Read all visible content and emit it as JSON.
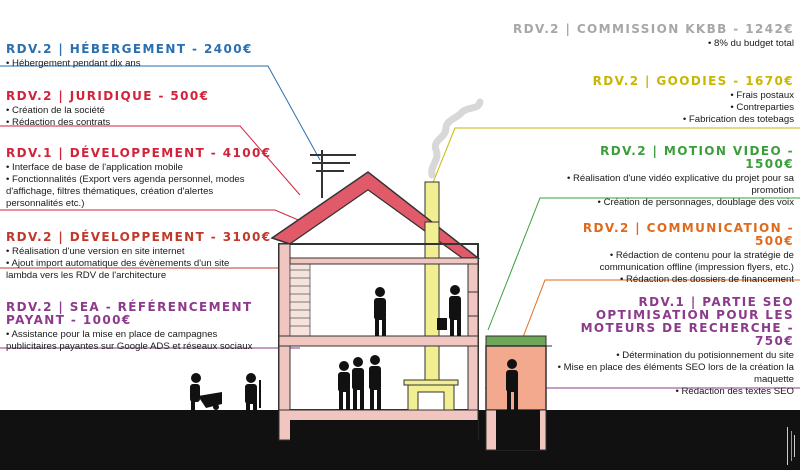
{
  "colors": {
    "hebergement": "#2a6fb0",
    "juridique": "#d2233a",
    "developpement1": "#d2233a",
    "developpement2": "#c0392b",
    "sea": "#8c3a8c",
    "commission": "#a7a7a7",
    "goodies": "#c8b600",
    "motion": "#3b9e3b",
    "communication": "#e06a1b",
    "seo": "#8c3a8c",
    "roof": "#e05a6a",
    "wall": "#f2c6c0",
    "chimney": "#f2ef93",
    "annex": "#f3a98e",
    "ground": "#111111"
  },
  "blocks": {
    "hebergement": {
      "title": "RDV.2 | HÉBERGEMENT - 2400€",
      "items": [
        "Hébergement pendant dix ans"
      ]
    },
    "juridique": {
      "title": "RDV.2 | JURIDIQUE - 500€",
      "items": [
        "Création de la société",
        "Rédaction des contrats"
      ]
    },
    "developpement1": {
      "title": "RDV.1 | DÉVELOPPEMENT - 4100€",
      "items": [
        "Interface de base de l'application mobile",
        "Fonctionnalités (Export vers agenda personnel, modes d'affichage, filtres thématiques, création d'alertes personnalités etc.)"
      ]
    },
    "developpement2": {
      "title": "RDV.2 | DÉVELOPPEMENT - 3100€",
      "items": [
        "Réalisation d'une version en site internet",
        "Ajout import automatique des évènements d'un site lambda vers les RDV de l'architecture"
      ]
    },
    "sea": {
      "title": "RDV.2 | SEA - RÉFÉRENCEMENT PAYANT - 1000€",
      "items": [
        "Assistance pour la mise en place de campagnes publicitaires payantes sur Google ADS et réseaux sociaux"
      ]
    },
    "commission": {
      "title": "RDV.2 | COMMISSION KKBB - 1242€",
      "items": [
        "8% du budget total"
      ]
    },
    "goodies": {
      "title": "RDV.2 | GOODIES - 1670€",
      "items": [
        "Frais postaux",
        "Contreparties",
        "Fabrication des totebags"
      ]
    },
    "motion": {
      "title": "RDV.2 | MOTION VIDEO - 1500€",
      "items": [
        "Réalisation d'une vidéo explicative du projet pour sa promotion",
        "Création de personnages, doublage des voix"
      ]
    },
    "communication": {
      "title": "RDV.2 | COMMUNICATION - 500€",
      "items": [
        "Rédaction de contenu pour la stratégie de communication offline (impression flyers, etc.)",
        "Rédaction des dossiers de financement"
      ]
    },
    "seo": {
      "title": "RDV.1 | PARTIE SEO OPTIMISATION POUR LES MOTEURS DE RECHERCHE - 750€",
      "items": [
        "Détermination du potisionnement du site",
        "Mise en place des éléments SEO lors de la création la maquette",
        "Rédaction des textes SEO"
      ]
    }
  }
}
